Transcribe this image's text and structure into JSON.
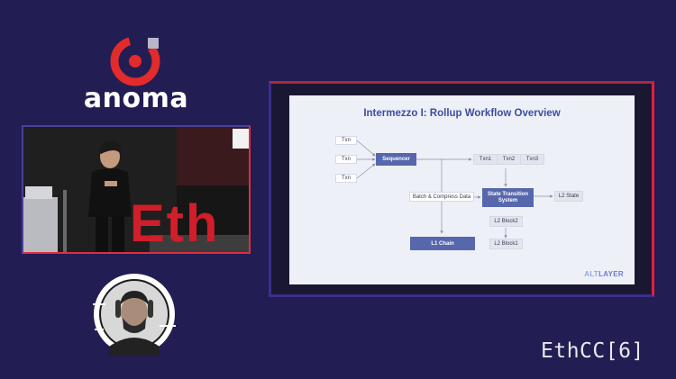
{
  "brand": {
    "name": "anoma",
    "icon": "anoma-logo-icon",
    "accent_color": "#e22b2b"
  },
  "event": {
    "name": "EthCC[6]"
  },
  "video": {
    "backdrop_text": "Eth",
    "stage_color": "#d01e2a"
  },
  "slide": {
    "title": "Intermezzo I: Rollup Workflow Overview",
    "nodes": {
      "txn_1": "Txn",
      "txn_2": "Txn",
      "txn_3": "Txn",
      "sequencer": "Sequencer",
      "txn1": "Txn1",
      "txn2": "Txn2",
      "txn3": "Txn3",
      "batch": "Batch & Compress Data",
      "stf_line1": "State Transition",
      "stf_line2": "System",
      "l2_state": "L2 State",
      "l2_block2": "L2 Block2",
      "l2_block1": "L2 Block1",
      "l1_chain": "L1 Chain"
    },
    "footer_logo_a": "ALT",
    "footer_logo_b": "LAYER",
    "colors": {
      "title": "#3b4ea0",
      "dark_node": "#5667ad",
      "background": "#eef0f7"
    }
  }
}
